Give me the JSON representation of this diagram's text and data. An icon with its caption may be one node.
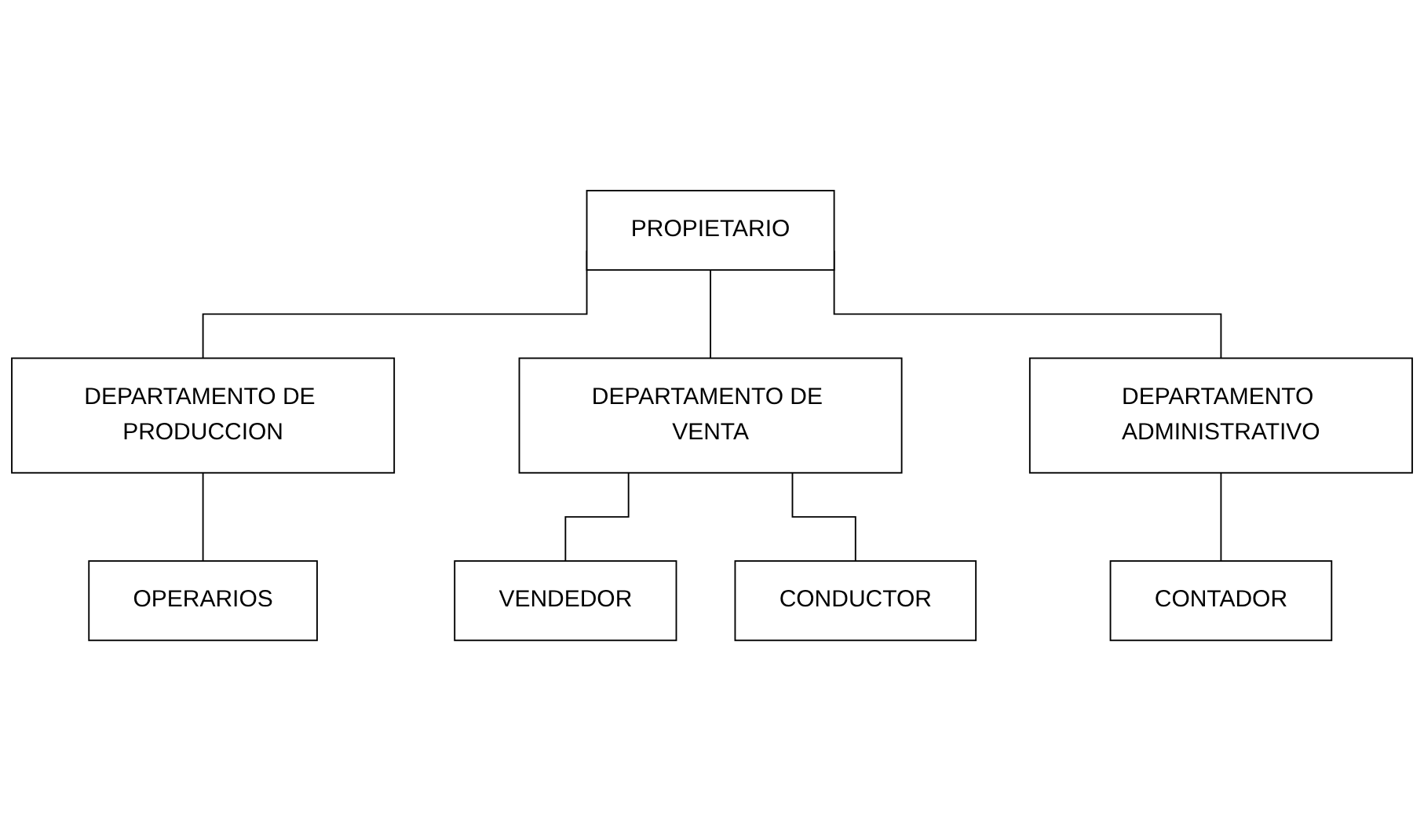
{
  "diagram": {
    "nodes": [
      {
        "text": [
          "PROPIETARIO"
        ]
      },
      {
        "text": [
          "DEPARTAMENTO DE PRODUCCION"
        ]
      },
      {
        "text": [
          "DEPARTAMENTO DE VENTA"
        ]
      },
      {
        "text": [
          "DEPARTAMENTO ADMINISTRATIVO"
        ]
      },
      {
        "text": [
          "OPERARIOS"
        ]
      },
      {
        "text": [
          "VENDEDOR"
        ]
      },
      {
        "text": [
          "CONDUCTOR"
        ]
      },
      {
        "text": [
          "CONTADOR"
        ]
      }
    ],
    "edges": [
      {
        "from": 0,
        "to": 1,
        "arrow": "none"
      },
      {
        "from": 0,
        "to": 2,
        "arrow": "none"
      },
      {
        "from": 0,
        "to": 3,
        "arrow": "none"
      },
      {
        "from": 1,
        "to": 4,
        "arrow": "none"
      },
      {
        "from": 2,
        "to": 5,
        "arrow": "none"
      },
      {
        "from": 2,
        "to": 6,
        "arrow": "none"
      },
      {
        "from": 3,
        "to": 7,
        "arrow": "none"
      }
    ]
  }
}
